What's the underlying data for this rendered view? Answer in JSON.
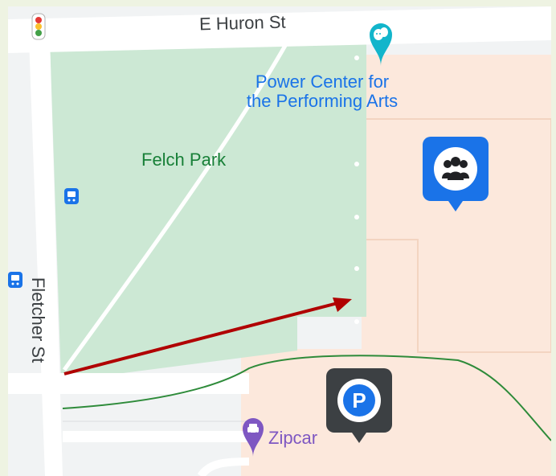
{
  "streets": {
    "north": "E Huron St",
    "west": "Fletcher St"
  },
  "places": {
    "park": "Felch Park",
    "venue_line1": "Power Center for",
    "venue_line2": "the Performing Arts",
    "car_share": "Zipcar",
    "parking_letter": "P"
  },
  "icons": {
    "traffic_light": "traffic-light-icon",
    "bus_stop": "bus-stop-icon",
    "theater": "theater-masks-icon",
    "group": "people-group-icon",
    "parking": "parking-icon",
    "car": "car-icon",
    "arrow": "red-arrow-annotation"
  },
  "colors": {
    "park": "#cce8d4",
    "building": "#fce8dc",
    "road": "#ffffff",
    "arrow": "#b00000",
    "transit_line": "#2e8b3a",
    "poi_blue": "#1a73e8",
    "parking_pin": "#3c4043",
    "park_label": "#188038",
    "zipcar": "#7e57c2"
  }
}
